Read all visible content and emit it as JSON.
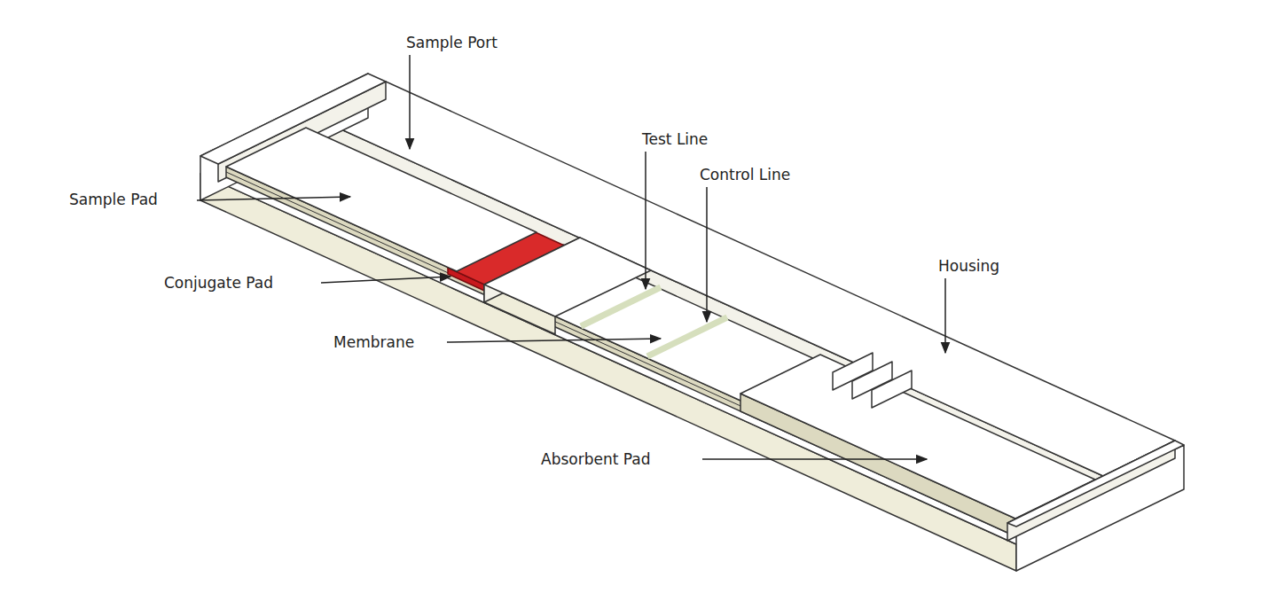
{
  "diagram": {
    "labels": [
      "Sample Port",
      "Test Line",
      "Control Line",
      "Sample Pad",
      "Housing",
      "Conjugate Pad",
      "Membrane",
      "Absorbent Pad"
    ]
  }
}
